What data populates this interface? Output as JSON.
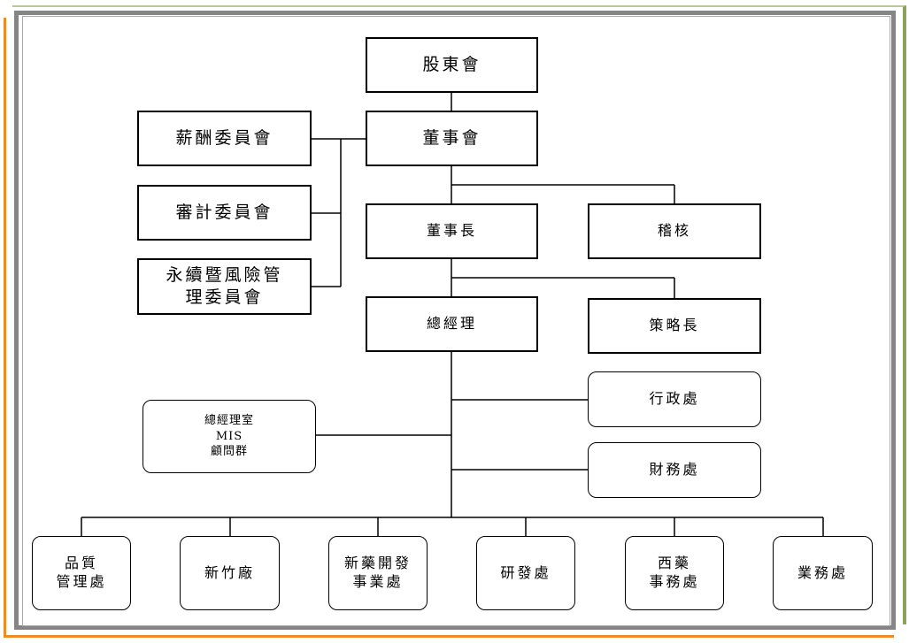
{
  "org": {
    "shareholders": "股東會",
    "board": "董事會",
    "remuneration_committee": "薪酬委員會",
    "audit_committee": "審計委員會",
    "sustainability_committee": "永續暨風險管\n理委員會",
    "chairman": "董事長",
    "audit": "稽核",
    "president": "總經理",
    "cso": "策略長",
    "admin_dept": "行政處",
    "finance_dept": "財務處",
    "president_office": "總經理室\nMIS\n顧問群",
    "qa_dept": "品質\n管理處",
    "hsinchu_plant": "新竹廠",
    "new_drug_bu": "新藥開發\n事業處",
    "rd_dept": "研發處",
    "western_medicine_dept": "西藥\n事務處",
    "sales_dept": "業務處"
  },
  "colors": {
    "line": "#000000",
    "frame_gray": "#858585",
    "frame_green": "#8aa25a",
    "frame_orange": "#f08a24"
  }
}
